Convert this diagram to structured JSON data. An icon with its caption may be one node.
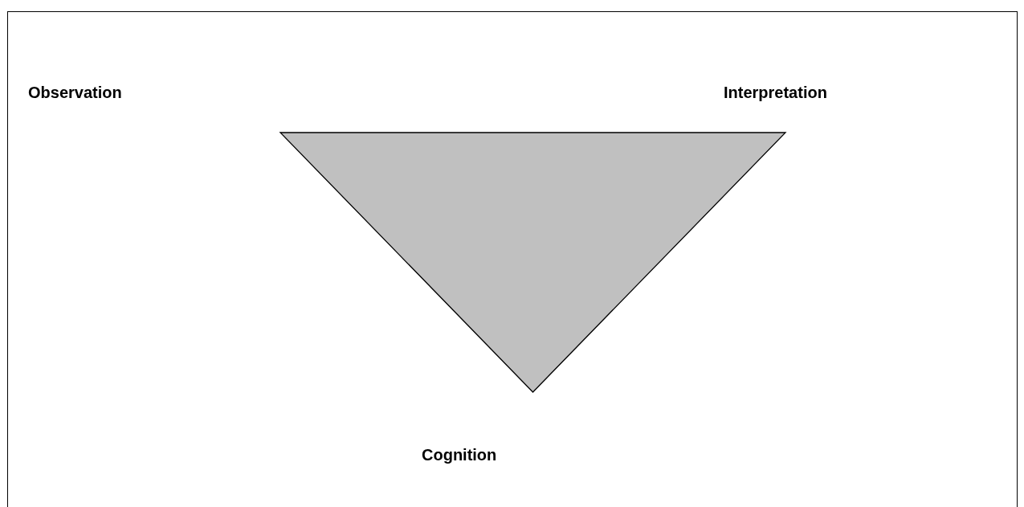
{
  "diagram": {
    "nodes": [
      {
        "text": [],
        "shape": "triangle"
      }
    ],
    "labels": [
      "Observation",
      "Interpretation",
      "Cognition"
    ]
  }
}
